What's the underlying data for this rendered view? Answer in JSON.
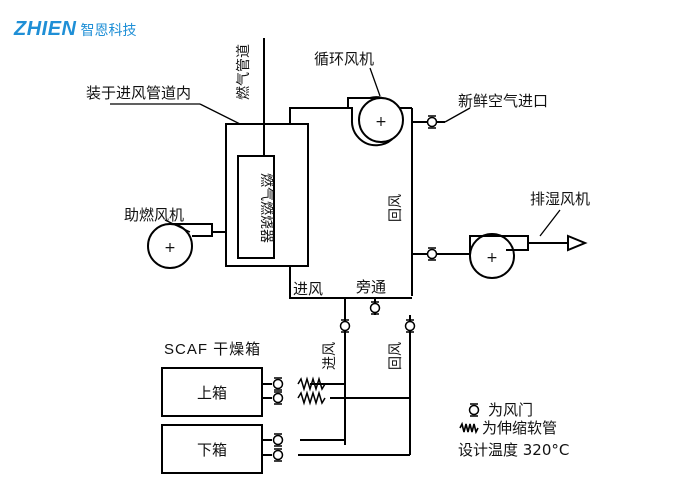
{
  "logo": {
    "brand_en": "ZHIEN",
    "brand_cn": "智恩科技",
    "color": "#1f8fd6"
  },
  "labels": {
    "gas_pipe": "燃气管道",
    "mounted_in_duct": "装于进风管道内",
    "gas_burner": "燃气燃烧器",
    "circulation_fan": "循环风机",
    "fresh_air_inlet": "新鲜空气进口",
    "combustion_fan": "助燃风机",
    "return_air_right": "回风",
    "exhaust_fan": "排湿风机",
    "supply_air_top": "进风",
    "bypass": "旁通",
    "dryer_title": "SCAF 干燥箱",
    "supply_air_vertical": "进风",
    "return_air_lower": "回风",
    "upper_box": "上箱",
    "lower_box": "下箱"
  },
  "legend": {
    "damper": "为风门",
    "bellows": "为伸缩软管",
    "design_temp": "设计温度 320°C"
  },
  "fan_symbol": "+"
}
